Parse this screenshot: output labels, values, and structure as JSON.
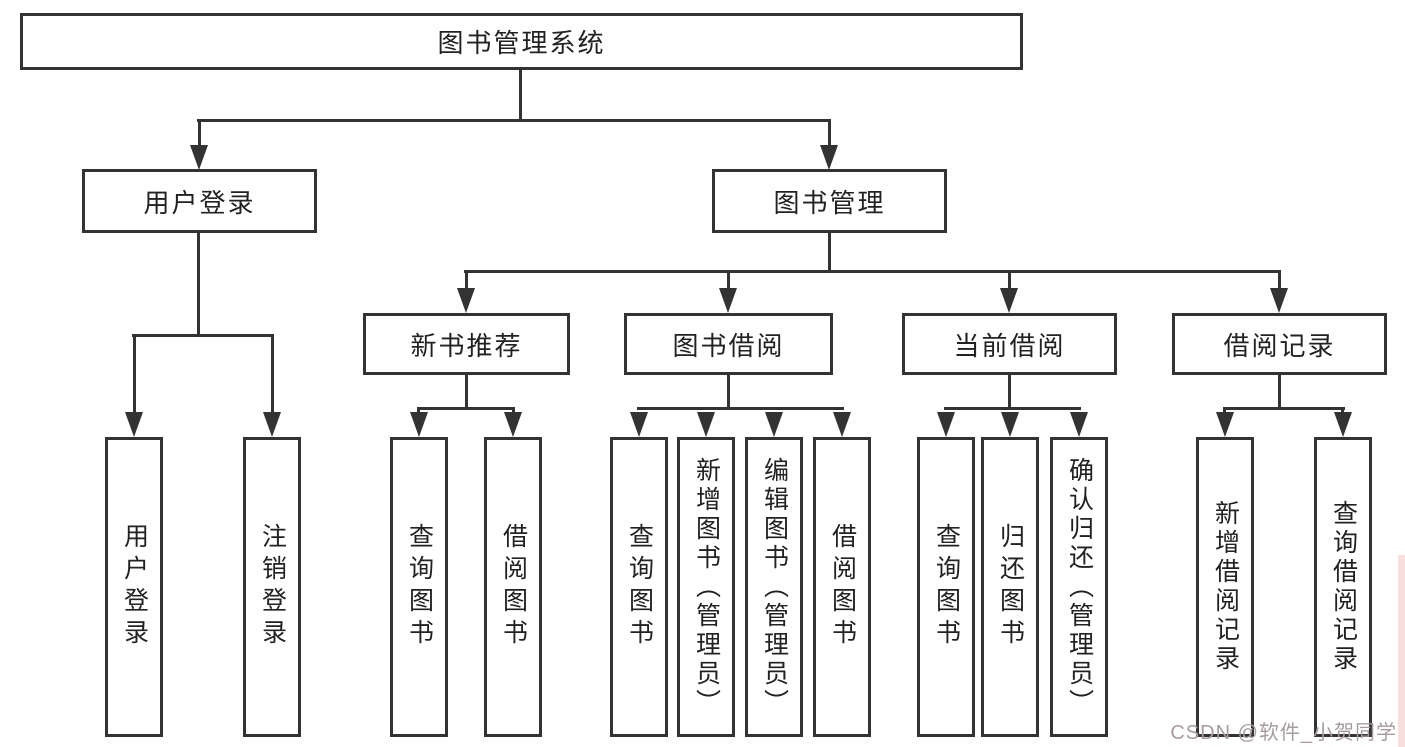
{
  "diagram": {
    "title": "图书管理系统",
    "root": {
      "label": "图书管理系统"
    },
    "level1": [
      {
        "label": "用户登录"
      },
      {
        "label": "图书管理"
      }
    ],
    "level2": [
      {
        "label": "新书推荐",
        "parent": "图书管理"
      },
      {
        "label": "图书借阅",
        "parent": "图书管理"
      },
      {
        "label": "当前借阅",
        "parent": "图书管理"
      },
      {
        "label": "借阅记录",
        "parent": "图书管理"
      }
    ],
    "leaves": [
      {
        "label": "用户登录",
        "parent": "用户登录"
      },
      {
        "label": "注销登录",
        "parent": "用户登录"
      },
      {
        "label": "查询图书",
        "parent": "新书推荐"
      },
      {
        "label": "借阅图书",
        "parent": "新书推荐"
      },
      {
        "label": "查询图书",
        "parent": "图书借阅"
      },
      {
        "label": "新增图书（管理员）",
        "parent": "图书借阅"
      },
      {
        "label": "编辑图书（管理员）",
        "parent": "图书借阅"
      },
      {
        "label": "借阅图书",
        "parent": "图书借阅"
      },
      {
        "label": "查询图书",
        "parent": "当前借阅"
      },
      {
        "label": "归还图书",
        "parent": "当前借阅"
      },
      {
        "label": "确认归还（管理员）",
        "parent": "当前借阅"
      },
      {
        "label": "新增借阅记录",
        "parent": "借阅记录"
      },
      {
        "label": "查询借阅记录",
        "parent": "借阅记录"
      }
    ]
  },
  "watermark": {
    "text": "CSDN @软件_小贺同学"
  },
  "colors": {
    "line": "#333333",
    "text": "#222222",
    "background": "#ffffff",
    "watermark": "#a79b9d",
    "edge_tint": "#f6caca"
  }
}
